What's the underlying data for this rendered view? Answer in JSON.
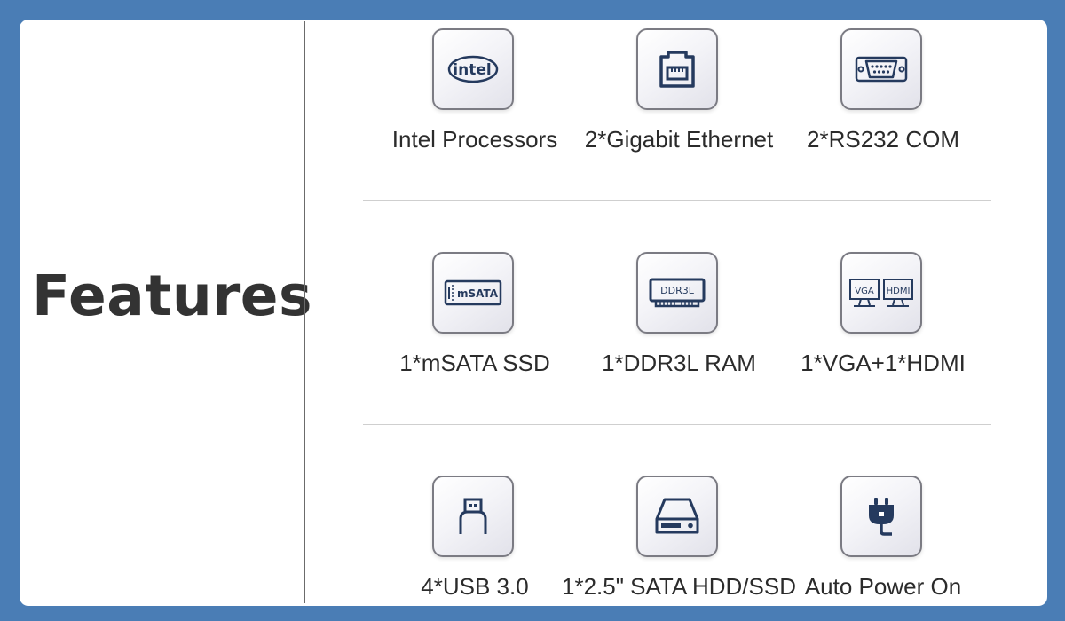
{
  "title": "Features",
  "features": [
    {
      "icon": "intel-logo-icon",
      "logo_text": "intel",
      "label": "Intel Processors"
    },
    {
      "icon": "ethernet-port-icon",
      "label": "2*Gigabit Ethernet"
    },
    {
      "icon": "serial-port-icon",
      "label": "2*RS232 COM"
    },
    {
      "icon": "msata-card-icon",
      "chip_text": "mSATA",
      "label": "1*mSATA SSD"
    },
    {
      "icon": "ram-module-icon",
      "chip_text": "DDR3L",
      "label": "1*DDR3L RAM"
    },
    {
      "icon": "dual-monitor-icon",
      "screen_left": "VGA",
      "screen_right": "HDMI",
      "label": "1*VGA+1*HDMI"
    },
    {
      "icon": "usb-connector-icon",
      "label": "4*USB 3.0"
    },
    {
      "icon": "hard-drive-icon",
      "label": "1*2.5\" SATA HDD/SSD"
    },
    {
      "icon": "power-plug-icon",
      "label": "Auto Power On"
    }
  ],
  "colors": {
    "background": "#4a7db5",
    "card": "#ffffff",
    "icon_stroke": "#253a5e",
    "text": "#2b2b2b"
  }
}
